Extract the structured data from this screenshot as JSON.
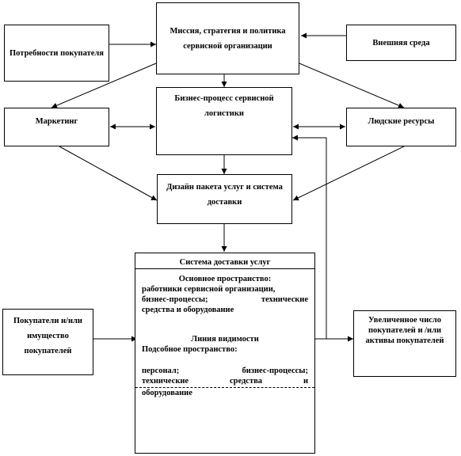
{
  "boxes": {
    "mission": "Миссия, стратегия и политика сервисной организации",
    "needs": "Потребности покупателя",
    "env": "Внешняя среда",
    "bp": "Бизнес-процесс сервисной логистики",
    "marketing": "Маркетинг",
    "hr": "Людские ресурсы",
    "design": "Дизайн пакета услуг и система доставки",
    "customers": "Покупатели и/или имущество покупателей",
    "increase": "Увеличенное число покупателей и /или активы покупателей"
  },
  "system": {
    "title": "Система доставки услуг",
    "main_title": "Основное пространство:",
    "main_line1": "работники сервисной организации,",
    "main_line2": "бизнес-процессы; технические",
    "main_line3": "средства и оборудование",
    "visibility": "Линия видимости",
    "support_title": "Подсобное пространство:",
    "support_line1": "персонал; бизнес-процессы;",
    "support_line2": "технические средства и",
    "support_line3": "оборудование"
  }
}
